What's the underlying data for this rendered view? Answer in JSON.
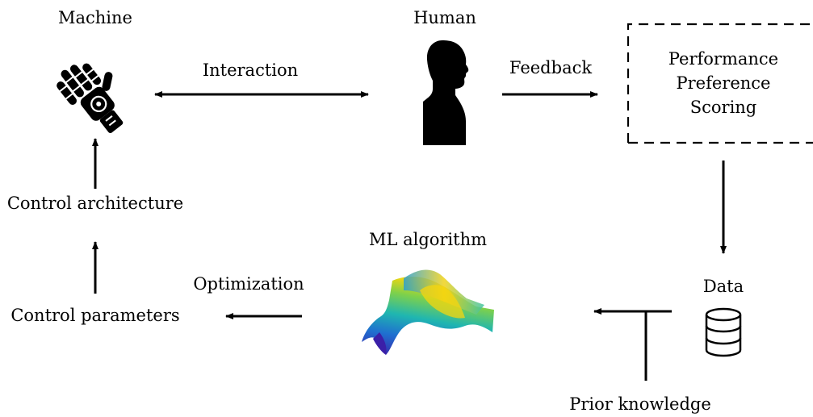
{
  "nodes": {
    "machine": {
      "label": "Machine",
      "icon": "robot-hand-icon"
    },
    "human": {
      "label": "Human",
      "icon": "human-silhouette-icon"
    },
    "evaluation": {
      "lines": [
        "Performance",
        "Preference",
        "Scoring"
      ]
    },
    "data": {
      "label": "Data",
      "icon": "database-icon"
    },
    "prior_knowledge": {
      "label": "Prior knowledge"
    },
    "ml_algorithm": {
      "label": "ML algorithm",
      "icon": "surface-plot-icon"
    },
    "control_parameters": {
      "label": "Control parameters"
    },
    "control_architecture": {
      "label": "Control architecture"
    }
  },
  "edges": {
    "interaction": {
      "label": "Interaction"
    },
    "feedback": {
      "label": "Feedback"
    },
    "optimization": {
      "label": "Optimization"
    }
  },
  "colors": {
    "stroke": "#000000",
    "surface_low": "#3b1fa8",
    "surface_mid": "#1fa3c8",
    "surface_high": "#f5d60f"
  }
}
